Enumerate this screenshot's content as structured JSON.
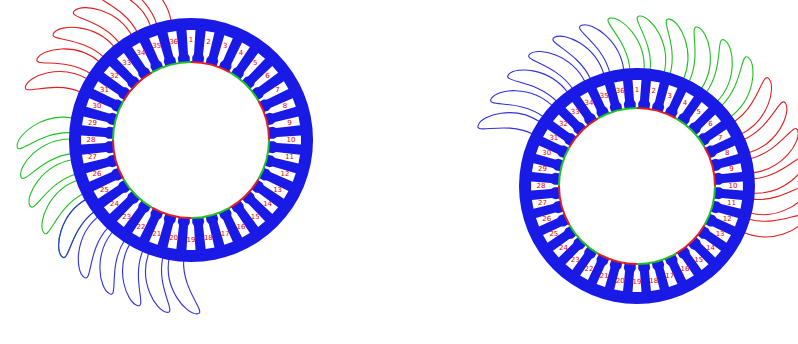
{
  "diagram": {
    "labels": [
      "1",
      "2",
      "3",
      "4",
      "5",
      "6",
      "7",
      "8",
      "9",
      "10",
      "11",
      "12",
      "13",
      "14",
      "15",
      "16",
      "17",
      "18",
      "19",
      "20",
      "21",
      "22",
      "23",
      "24",
      "25",
      "26",
      "27",
      "28",
      "29",
      "30",
      "31",
      "32",
      "33",
      "34",
      "35",
      "36",
      "1",
      "2",
      "3",
      "4",
      "5",
      "6",
      "7",
      "8",
      "9",
      "10",
      "11",
      "12",
      "13",
      "14",
      "15",
      "16",
      "17",
      "18",
      "19",
      "20",
      "21",
      "22",
      "23",
      "24",
      "25",
      "26",
      "27",
      "28",
      "29",
      "30",
      "31",
      "32",
      "33",
      "34",
      "35",
      "36"
    ]
  }
}
